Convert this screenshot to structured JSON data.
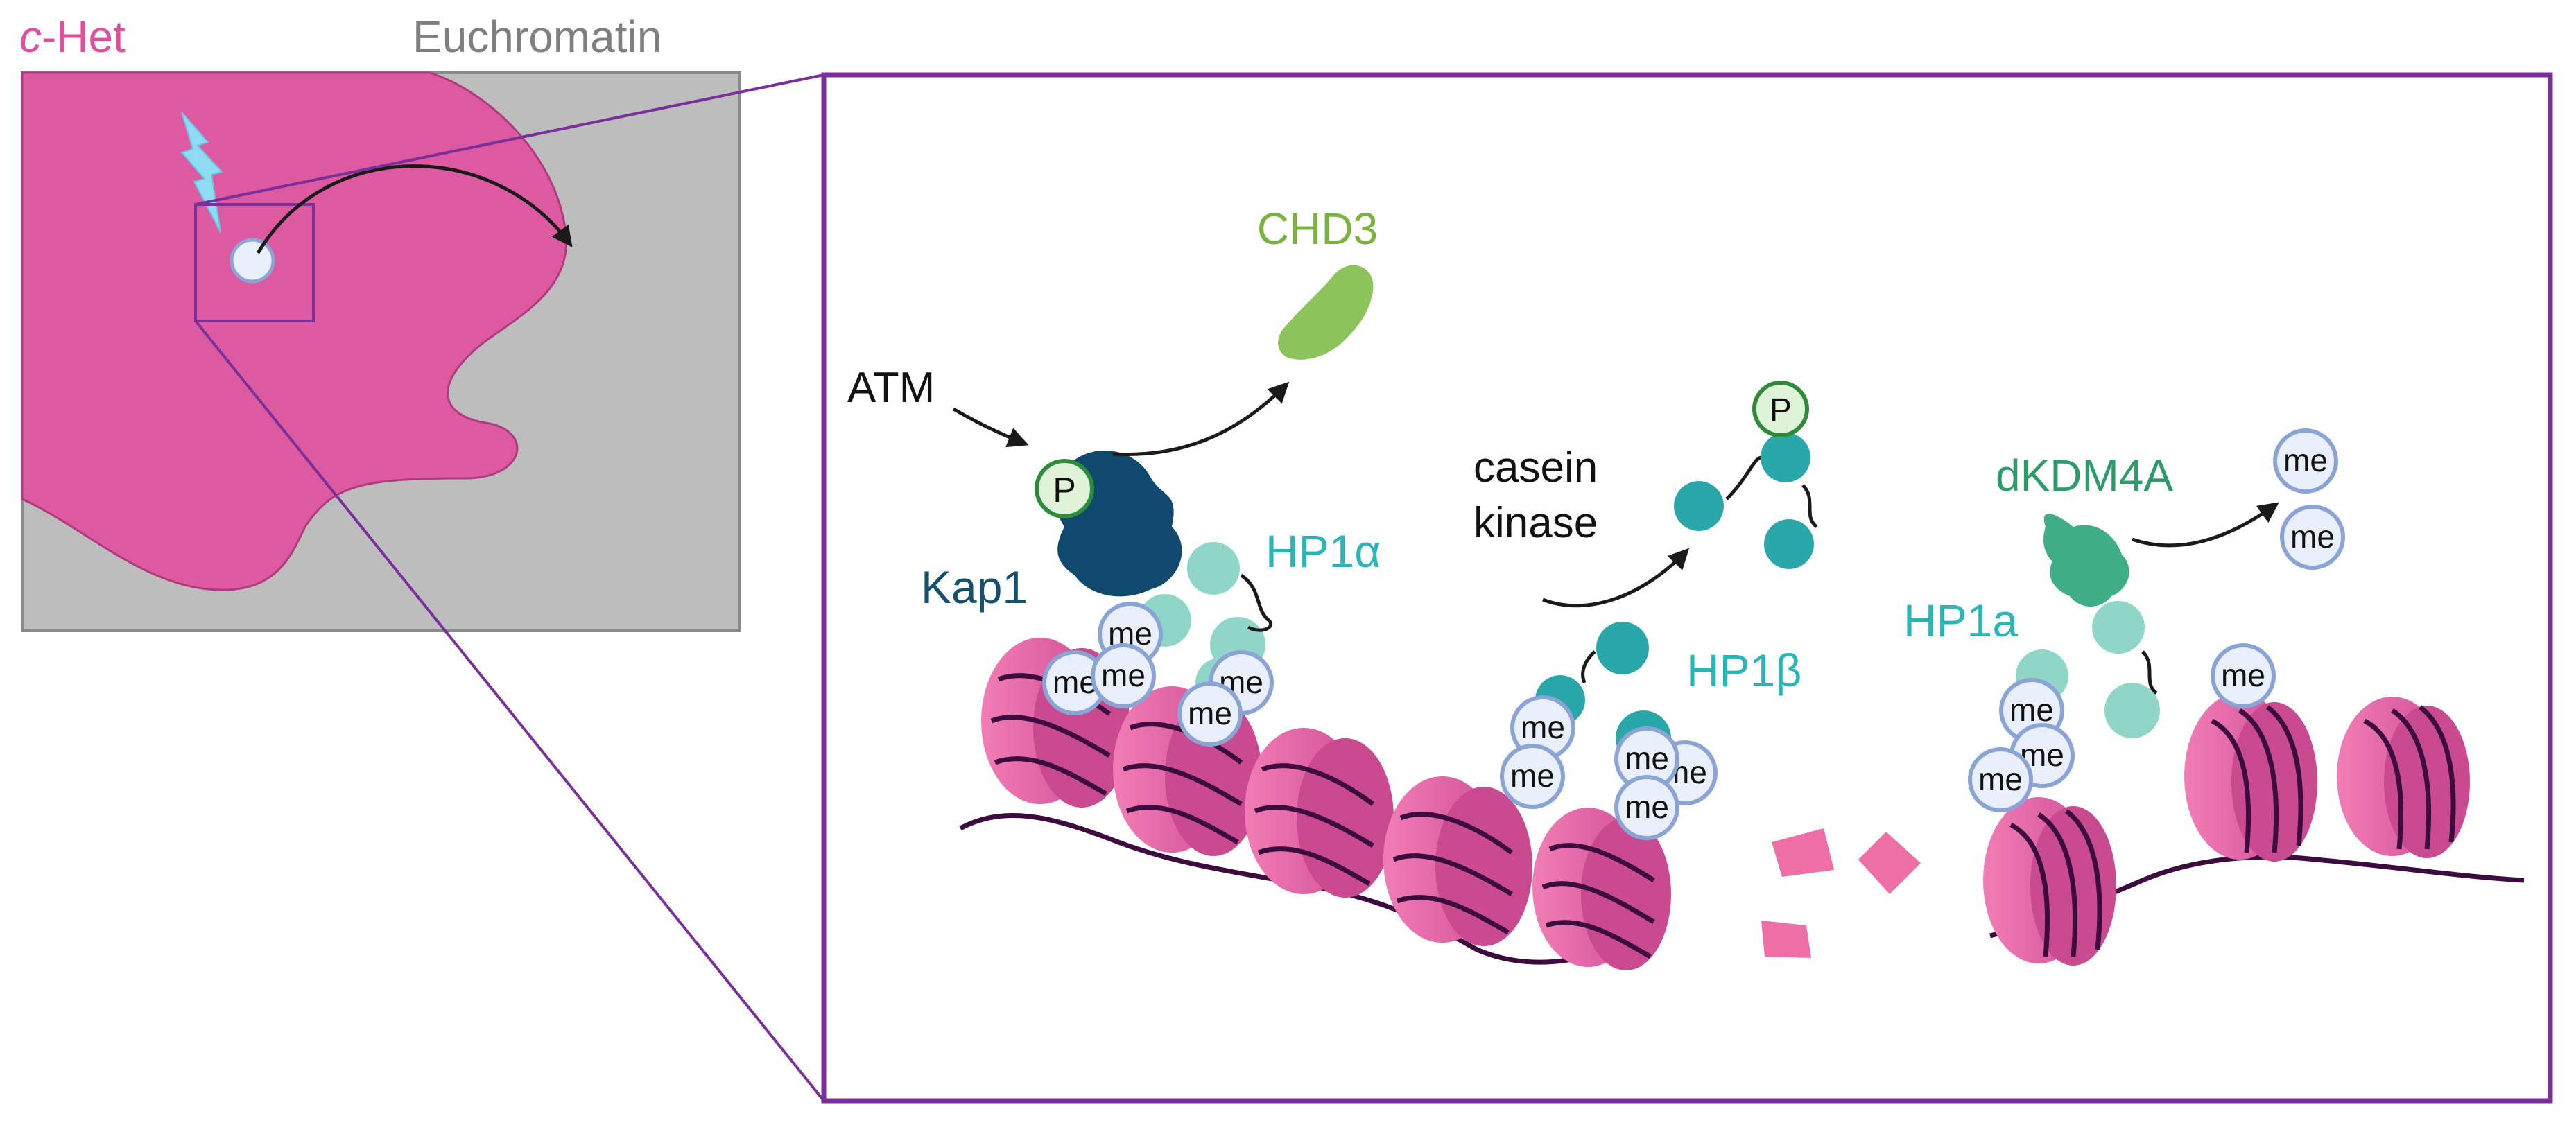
{
  "overview": {
    "het_label_italic": "c",
    "het_label_rest": "-Het",
    "euchromatin_label": "Euchromatin"
  },
  "detail": {
    "atm": "ATM",
    "phospho": "P",
    "chd3": "CHD3",
    "kap1": "Kap1",
    "hp1_alpha": "HP1α",
    "casein_line1": "casein",
    "casein_line2": "kinase",
    "hp1_beta": "HP1β",
    "dkdm4a": "dKDM4A",
    "hp1a": "HP1a",
    "methyl": "me"
  },
  "colors": {
    "heterochromatin": "#dd5aa0",
    "euchromatin": "#bdbdbd",
    "frame": "#7b2f9b",
    "lightning": "#8ddcf3",
    "kap1": "#0f4a6e",
    "hp1_light": "#8fd6c9",
    "hp1_teal": "#2aa7a8",
    "chd3": "#8cc35a",
    "dkdm4a": "#3fae84",
    "nucleosome": "#e86ea8",
    "dna": "#3c0c3e",
    "phospho_fill": "#dff3d8",
    "phospho_ring": "#2e8b3a",
    "methyl_fill": "#e9f0fb",
    "methyl_ring": "#8aa4d6"
  }
}
